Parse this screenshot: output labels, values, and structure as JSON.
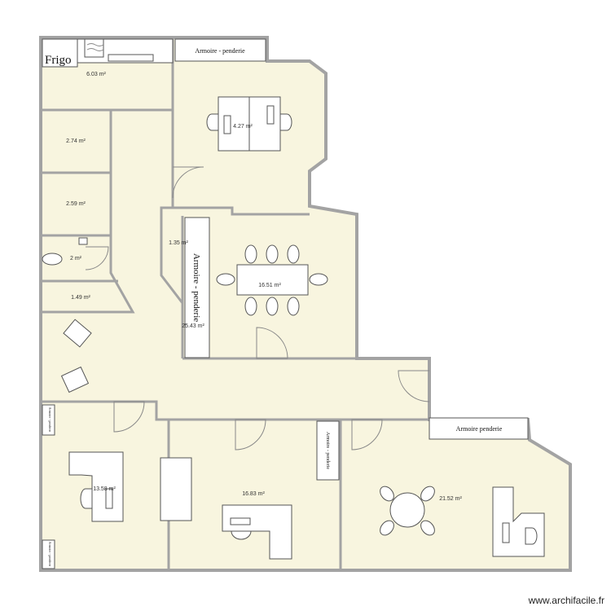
{
  "plan": {
    "rooms": [
      {
        "area": "6.03 m²"
      },
      {
        "area": "2.74 m²"
      },
      {
        "area": "2.59 m²"
      },
      {
        "area": "2 m²"
      },
      {
        "area": "1.49 m²"
      },
      {
        "area": "4.27 m²"
      },
      {
        "area": "1.35 m²"
      },
      {
        "area": "16.51 m²"
      },
      {
        "area": "25.43 m²"
      },
      {
        "area": "13.58 m²"
      },
      {
        "area": "16.83 m²"
      },
      {
        "area": "21.52 m²"
      }
    ],
    "furniture": {
      "fridge": "Frigo",
      "wardrobe_top": "Armoire - penderie",
      "wardrobe_center": "Armoire - penderie",
      "wardrobe_mid": "Armoire - penderie",
      "wardrobe_right": "Armoire   penderie",
      "wardrobe_small_top": "Armoire - penderie",
      "wardrobe_small_bottom": "Armoire - penderie"
    },
    "colors": {
      "floor": "#f8f5df",
      "wall": "#a3a3a3"
    }
  },
  "watermark": "www.archifacile.fr"
}
